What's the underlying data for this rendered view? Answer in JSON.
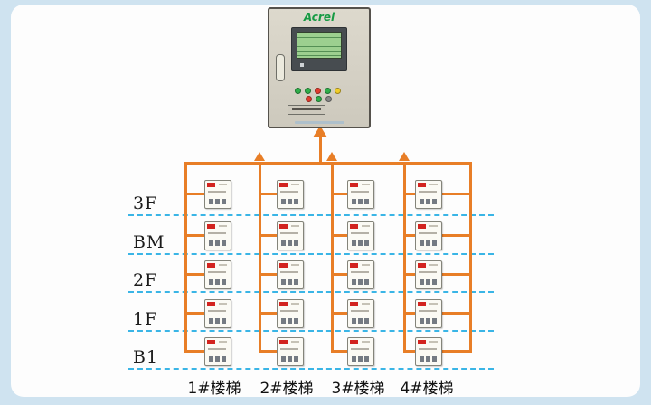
{
  "colors": {
    "line": "#e87e27",
    "floor_line": "#3ab5e6",
    "brand_green": "#169a43",
    "chip_red": "#d2231f",
    "bg": "#cfe3f0"
  },
  "cabinet": {
    "brand": "Acrel"
  },
  "floors": [
    {
      "label": "3F"
    },
    {
      "label": "BM"
    },
    {
      "label": "2F"
    },
    {
      "label": "1F"
    },
    {
      "label": "B1"
    }
  ],
  "stairs": [
    {
      "label": "1#楼梯"
    },
    {
      "label": "2#楼梯"
    },
    {
      "label": "3#楼梯"
    },
    {
      "label": "4#楼梯"
    }
  ],
  "grid": {
    "rows": 5,
    "columns": 4,
    "device_count": 20
  }
}
